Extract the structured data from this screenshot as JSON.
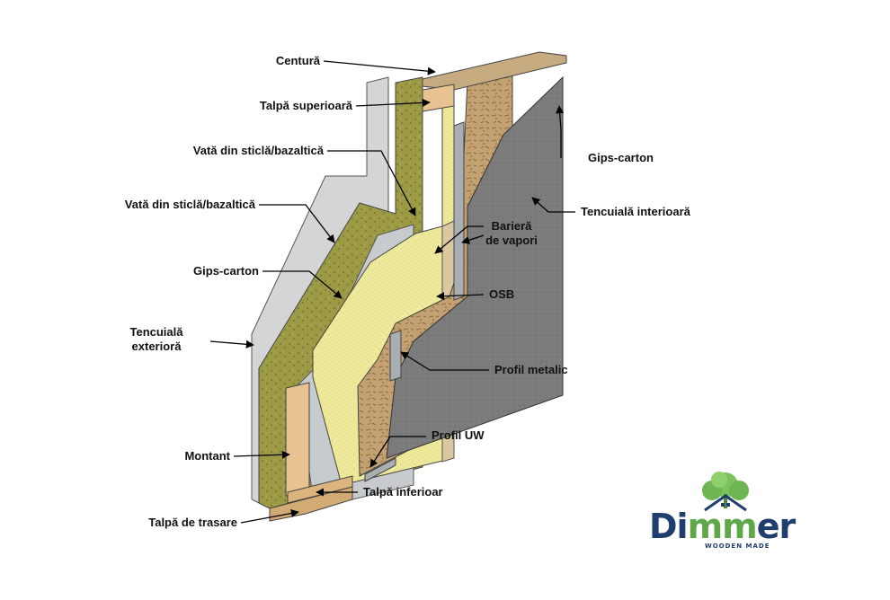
{
  "labels": {
    "centura": "Centură",
    "talpa_superioara": "Talpă superioară",
    "vata_1": "Vată din sticlă/bazaltică",
    "vata_2": "Vată din sticlă/bazaltică",
    "gips_left": "Gips-carton",
    "tencuiala_ext_1": "Tencuială",
    "tencuiala_ext_2": "exterioră",
    "montant": "Montant",
    "talpa_trasare": "Talpă de trasare",
    "talpa_inferioara": "Talpă inferioar",
    "profil_uw": "Profil UW",
    "profil_metalic": "Profil metalic",
    "osb": "OSB",
    "bariera_1": "Barieră",
    "bariera_2": "de vapori",
    "tencuiala_int": "Tencuială interioară",
    "gips_right": "Gips-carton"
  },
  "logo": {
    "brand_pre": "Di",
    "brand_mid": "mm",
    "brand_post": "er",
    "tagline": "WOODEN MADE"
  },
  "colors": {
    "plaster": "#d3d5d6",
    "mineral_wool": "#9c9a45",
    "glass_wool": "#eee89a",
    "timber": "#e8c391",
    "osb": "#c4a173",
    "drywall_dark": "#7b7b7b",
    "steel": "#a9aeb2",
    "logo_blue": "#1f3e6e",
    "logo_green": "#5fa84a"
  }
}
